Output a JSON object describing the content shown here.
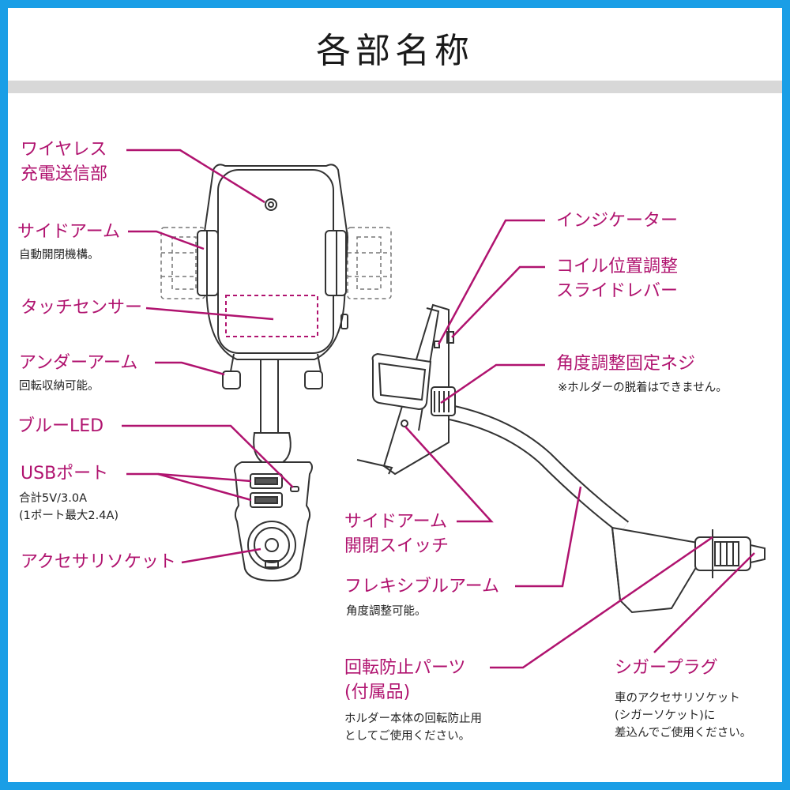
{
  "title": "各部名称",
  "colors": {
    "accent": "#b0136f",
    "frame": "#1a9ee6",
    "bar": "#d8d8d8",
    "line_art": "#333333"
  },
  "labels": {
    "wireless": {
      "line1": "ワイヤレス",
      "line2": "充電送信部"
    },
    "side_arm": {
      "line1": "サイドアーム",
      "note": "自動開閉機構。"
    },
    "touch_sensor": {
      "line1": "タッチセンサー"
    },
    "under_arm": {
      "line1": "アンダーアーム",
      "note": "回転収納可能。"
    },
    "blue_led": {
      "line1": "ブルーLED"
    },
    "usb_port": {
      "line1": "USBポート",
      "note1": "合計5V/3.0A",
      "note2": "(1ポート最大2.4A)"
    },
    "accessory_socket": {
      "line1": "アクセサリソケット"
    },
    "indicator": {
      "line1": "インジケーター"
    },
    "coil_lever": {
      "line1": "コイル位置調整",
      "line2": "スライドレバー"
    },
    "angle_screw": {
      "line1": "角度調整固定ネジ",
      "note": "※ホルダーの脱着はできません。"
    },
    "side_arm_switch": {
      "line1": "サイドアーム",
      "line2": "開閉スイッチ"
    },
    "flexible_arm": {
      "line1": "フレキシブルアーム",
      "note": "角度調整可能。"
    },
    "anti_rotation": {
      "line1": "回転防止パーツ",
      "line2": "(付属品)",
      "note1": "ホルダー本体の回転防止用",
      "note2": "としてご使用ください。"
    },
    "cigar_plug": {
      "line1": "シガープラグ",
      "note1": "車のアクセサリソケット",
      "note2": "(シガーソケット)に",
      "note3": "差込んでご使用ください。"
    }
  }
}
